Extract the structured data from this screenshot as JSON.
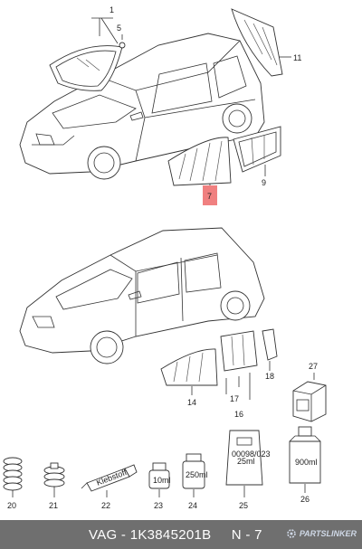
{
  "callouts": {
    "c1": "1",
    "c5": "5",
    "c7": "7",
    "c9": "9",
    "c11": "11",
    "c14": "14",
    "c16": "16",
    "c17": "17",
    "c18": "18",
    "c27": "27",
    "c20": "20",
    "c21": "21",
    "c22": "22",
    "c23": "23",
    "c24": "24",
    "c25": "25",
    "c26": "26"
  },
  "product_labels": {
    "glue_tube": "Klebstoff",
    "small_bottle": "10ml",
    "jar": "250ml",
    "bag_line1": "00098/023",
    "bag_line2": "25ml",
    "large_bottle": "900ml"
  },
  "highlight_color": "#f08080",
  "caption": {
    "text": "VAG - 1K3845201B     N - 7"
  },
  "watermark": {
    "label": "PARTSLINKER",
    "icon": "gear-icon"
  }
}
